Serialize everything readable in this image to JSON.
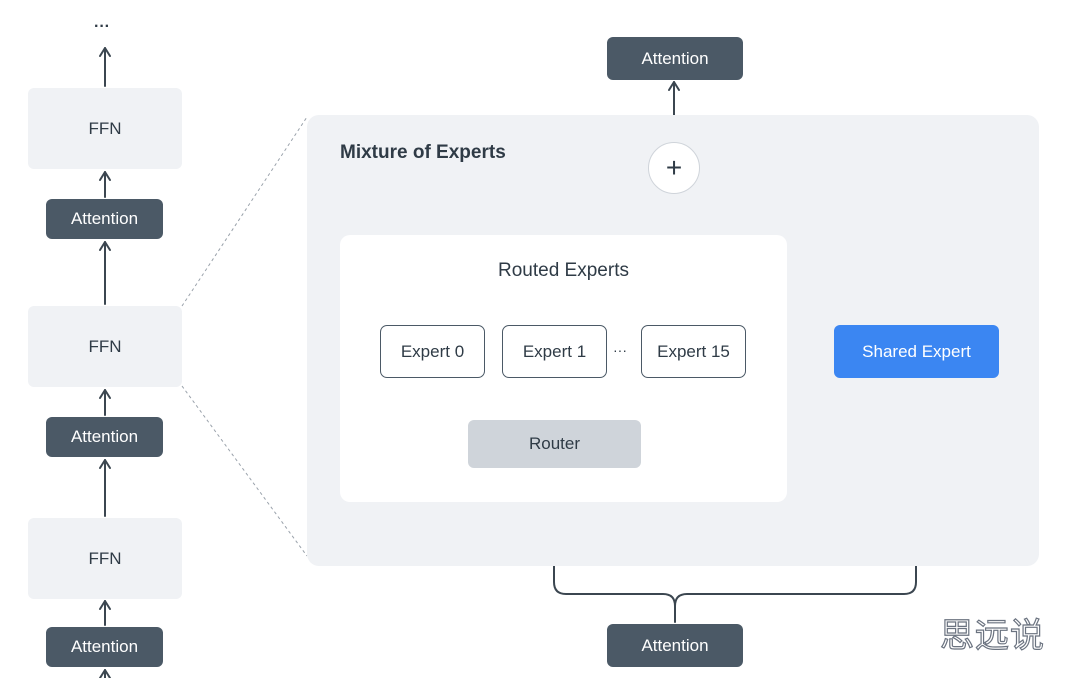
{
  "left_stack": {
    "top_ellipsis": "···",
    "ffn_blocks": [
      "FFN",
      "FFN",
      "FFN"
    ],
    "attention_blocks": [
      "Attention",
      "Attention",
      "Attention"
    ]
  },
  "moe": {
    "title": "Mixture of Experts",
    "output_label": "Attention",
    "input_label": "Attention",
    "plus_symbol": "+",
    "routed": {
      "title": "Routed Experts",
      "experts": [
        "Expert 0",
        "Expert 1",
        "Expert 15"
      ],
      "ellipsis": "···",
      "router_label": "Router"
    },
    "shared_expert_label": "Shared Expert"
  },
  "watermark": "思远说",
  "colors": {
    "dark_box": "#4b5966",
    "light_box": "#f0f2f5",
    "shared_expert": "#3b86f2",
    "router": "#cfd4da",
    "line": "#3b4650"
  }
}
